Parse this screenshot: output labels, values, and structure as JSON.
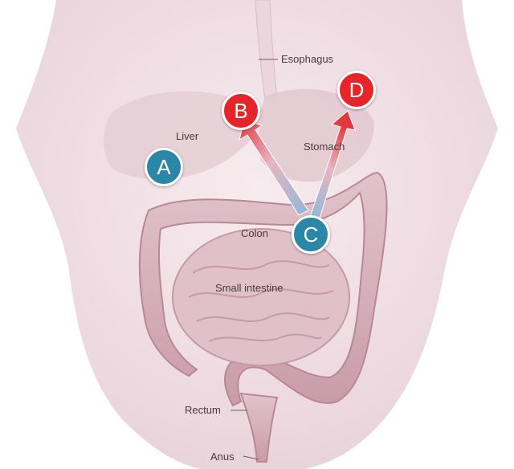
{
  "labels": {
    "esophagus": "Esophagus",
    "liver": "Liver",
    "stomach": "Stomach",
    "colon": "Colon",
    "small_intestine": "Small intestine",
    "rectum": "Rectum",
    "anus": "Anus"
  },
  "markers": {
    "a": "A",
    "b": "B",
    "c": "C",
    "d": "D"
  },
  "colors": {
    "marker_blue": "#2a87a8",
    "marker_red": "#e8242b",
    "arrow_red": "#d63a3f",
    "arrow_blue": "#9dc2de",
    "body_skin": "#f3e3e8",
    "organ_pink": "#d9b7c0"
  }
}
